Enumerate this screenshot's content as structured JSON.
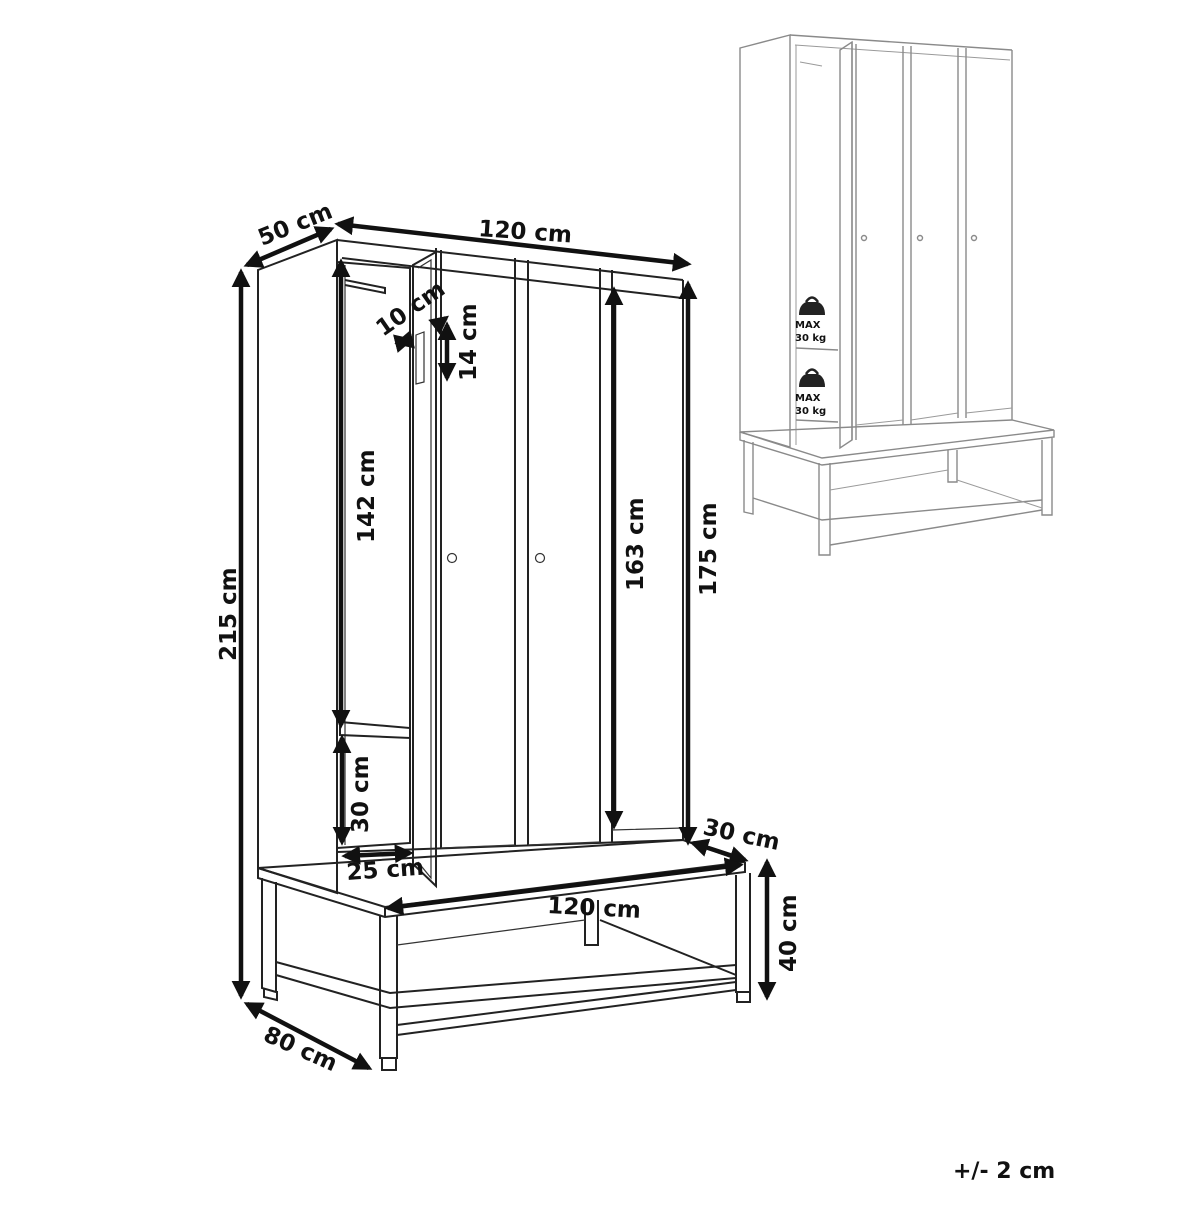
{
  "dimensions": {
    "depth_top": "50 cm",
    "width_top": "120 cm",
    "door_vent_width": "10 cm",
    "door_vent_height": "14 cm",
    "rail_height": "142 cm",
    "door_height": "163 cm",
    "body_height": "175 cm",
    "total_height": "215 cm",
    "shelf_height": "30 cm",
    "shelf_depth": "25 cm",
    "bench_depth": "30 cm",
    "bench_width": "120 cm",
    "bench_height": "40 cm",
    "total_depth": "80 cm"
  },
  "weight_labels": [
    {
      "max": "MAX",
      "load": "30 kg"
    },
    {
      "max": "MAX",
      "load": "30 kg"
    }
  ],
  "tolerance": "+/- 2 cm"
}
